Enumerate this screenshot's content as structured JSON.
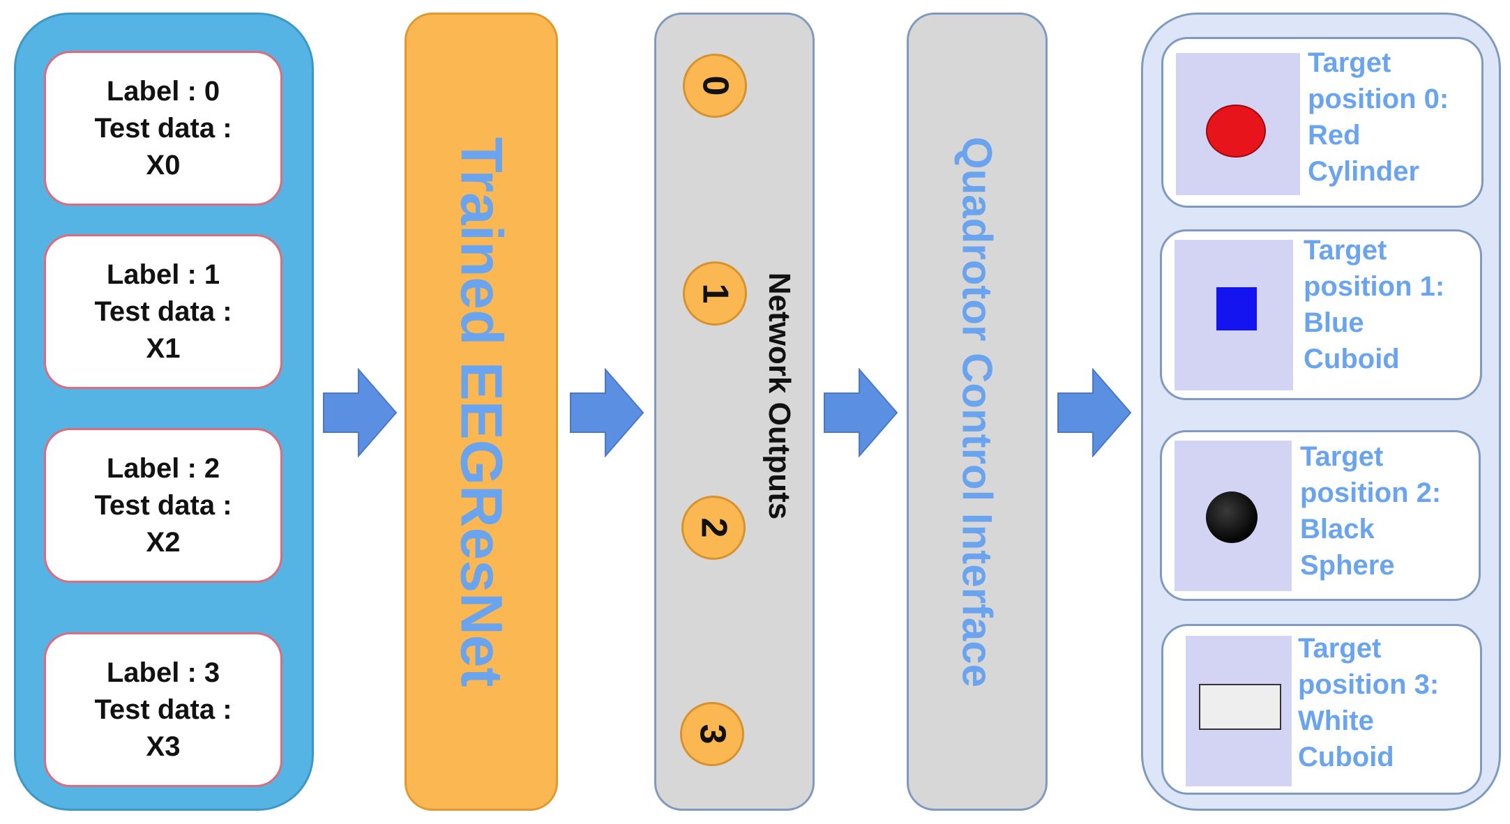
{
  "inputs": [
    {
      "label": "Label : 0",
      "data_caption": "Test data :",
      "data_id": "X0"
    },
    {
      "label": "Label : 1",
      "data_caption": "Test data :",
      "data_id": "X1"
    },
    {
      "label": "Label : 2",
      "data_caption": "Test data :",
      "data_id": "X2"
    },
    {
      "label": "Label : 3",
      "data_caption": "Test data :",
      "data_id": "X3"
    }
  ],
  "network": {
    "label": "Trained EEGResNet"
  },
  "outputs": {
    "label": "Network Outputs",
    "values": [
      "0",
      "1",
      "2",
      "3"
    ]
  },
  "control": {
    "label": "Quadrotor Control Interface"
  },
  "targets": [
    {
      "lines": [
        "Target",
        "position 0:",
        "Red",
        "Cylinder"
      ],
      "shape_icon": "red-cylinder-icon",
      "color": "#e8141c"
    },
    {
      "lines": [
        "Target",
        "position 1:",
        "Blue",
        "Cuboid"
      ],
      "shape_icon": "blue-cuboid-icon",
      "color": "#1414f0"
    },
    {
      "lines": [
        "Target",
        "position 2:",
        "Black",
        "Sphere"
      ],
      "shape_icon": "black-sphere-icon",
      "color": "#050505"
    },
    {
      "lines": [
        "Target",
        "position 3:",
        "White",
        "Cuboid"
      ],
      "shape_icon": "white-cuboid-icon",
      "color": "#eeeeee"
    }
  ],
  "colors": {
    "input_panel": "#55b4e3",
    "network_panel": "#fbb752",
    "gray_panel": "#d7d7d7",
    "target_panel": "#dce6f8",
    "arrow": "#5b8fe2",
    "accent_text": "#6aa4ef",
    "card_border": "#e06a7c"
  }
}
